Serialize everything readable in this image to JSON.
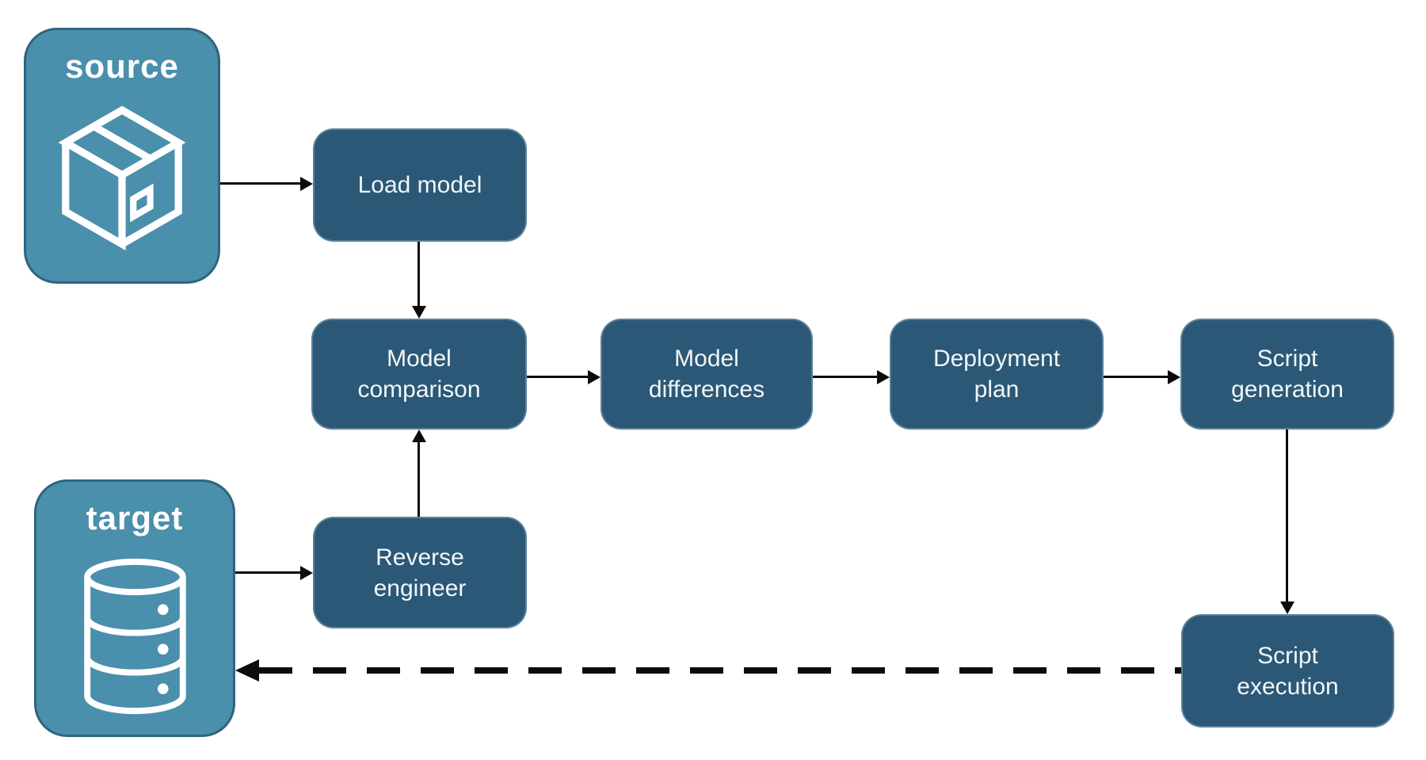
{
  "colors": {
    "background": "#ffffff",
    "endpoint_fill": "#4A8FAC",
    "endpoint_border": "#2E657D",
    "node_fill": "#2B5876",
    "text": "#ffffff",
    "arrow": "#0c0c0c"
  },
  "endpoints": {
    "source": {
      "label": "source",
      "icon": "package-icon"
    },
    "target": {
      "label": "target",
      "icon": "database-icon"
    }
  },
  "nodes": {
    "load_model": {
      "label": "Load model"
    },
    "model_comparison": {
      "label": "Model comparison"
    },
    "model_differences": {
      "label": "Model differences"
    },
    "deployment_plan": {
      "label": "Deployment plan"
    },
    "script_generation": {
      "label": "Script generation"
    },
    "reverse_engineer": {
      "label": "Reverse engineer"
    },
    "script_execution": {
      "label": "Script execution"
    }
  },
  "edges": [
    {
      "from": "source",
      "to": "load_model",
      "style": "solid"
    },
    {
      "from": "load_model",
      "to": "model_comparison",
      "style": "solid"
    },
    {
      "from": "model_comparison",
      "to": "model_differences",
      "style": "solid"
    },
    {
      "from": "model_differences",
      "to": "deployment_plan",
      "style": "solid"
    },
    {
      "from": "deployment_plan",
      "to": "script_generation",
      "style": "solid"
    },
    {
      "from": "script_generation",
      "to": "script_execution",
      "style": "solid"
    },
    {
      "from": "target",
      "to": "reverse_engineer",
      "style": "solid"
    },
    {
      "from": "reverse_engineer",
      "to": "model_comparison",
      "style": "solid"
    },
    {
      "from": "script_execution",
      "to": "target",
      "style": "dashed"
    }
  ]
}
